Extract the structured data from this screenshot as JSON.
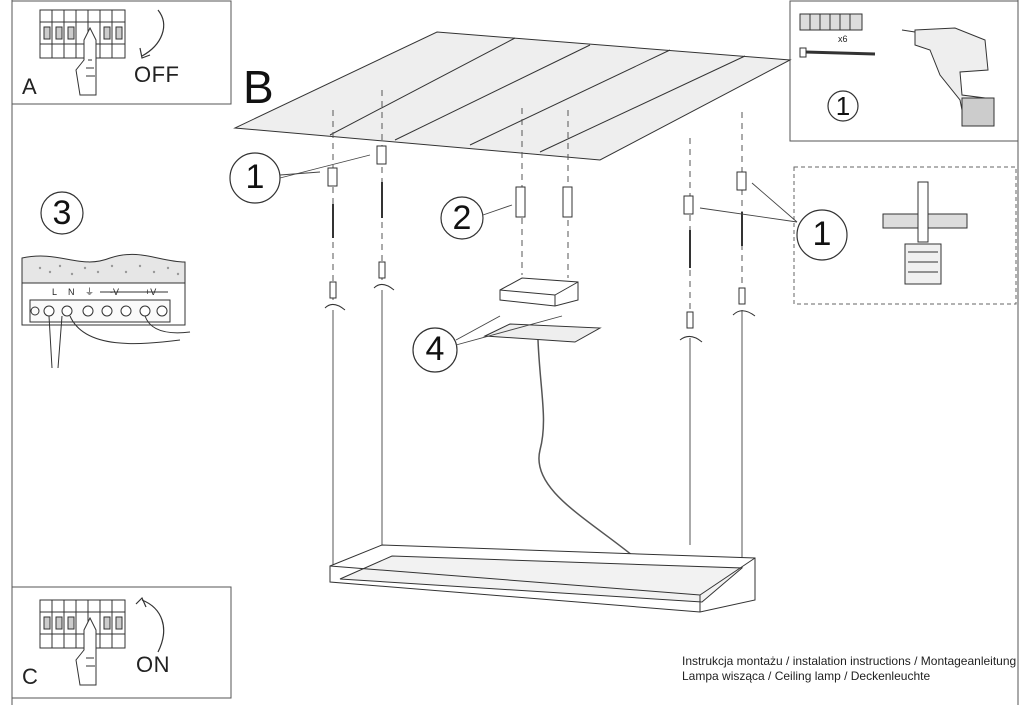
{
  "panels": {
    "a": {
      "letter": "A",
      "switch_label": "OFF"
    },
    "b": {
      "letter": "B"
    },
    "c": {
      "letter": "C",
      "switch_label": "ON"
    }
  },
  "callouts": {
    "mounting_left": "1",
    "mounting_right": "1",
    "tools": "1",
    "cable": "2",
    "terminal": "3",
    "canopy": "4"
  },
  "tools": {
    "quantity": "x6"
  },
  "terminal_labels": [
    "L",
    "N",
    "⏚",
    "-V",
    "+V"
  ],
  "caption": {
    "line1": "Instrukcja montażu / instalation instructions / Montageanleitung",
    "line2": "Lampa wisząca / Ceiling lamp / Deckenleuchte"
  }
}
